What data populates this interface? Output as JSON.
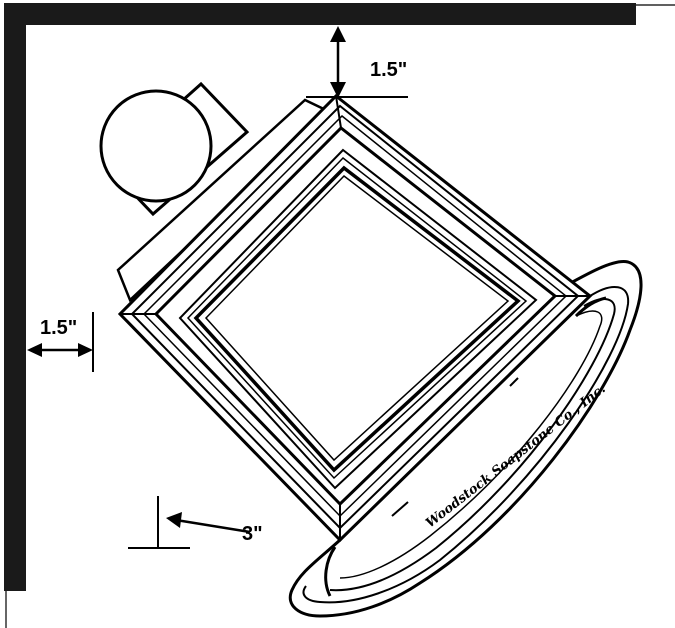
{
  "dimensions": {
    "top_clearance": "1.5\"",
    "side_clearance": "1.5\"",
    "front_clearance": "3\""
  },
  "brand_text": "Woodstock Soapstone Co., Inc.",
  "colors": {
    "wall": "#1a1a1a",
    "line": "#000000",
    "background": "#ffffff"
  }
}
